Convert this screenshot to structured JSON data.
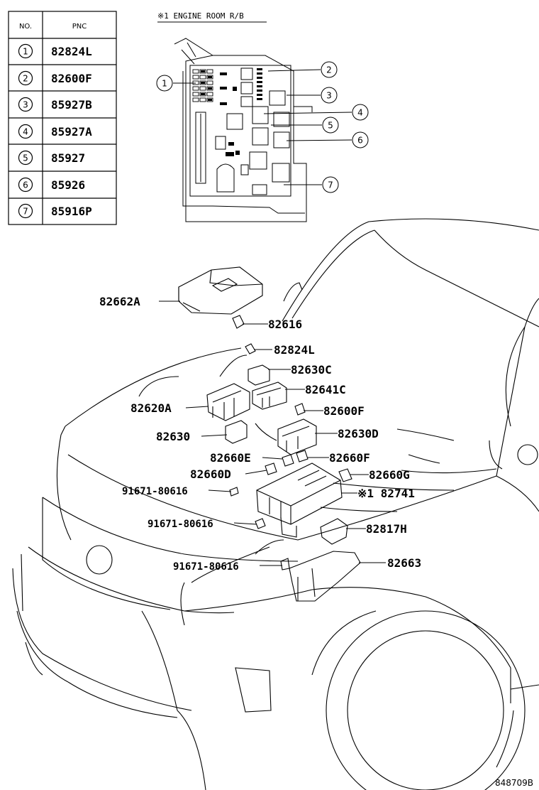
{
  "table": {
    "header_no": "NO.",
    "header_pnc": "PNC",
    "rows": [
      {
        "no": "1",
        "pnc": "82824L"
      },
      {
        "no": "2",
        "pnc": "82600F"
      },
      {
        "no": "3",
        "pnc": "85927B"
      },
      {
        "no": "4",
        "pnc": "85927A"
      },
      {
        "no": "5",
        "pnc": "85927"
      },
      {
        "no": "6",
        "pnc": "85926"
      },
      {
        "no": "7",
        "pnc": "85916P"
      }
    ]
  },
  "inset": {
    "title": "※1 ENGINE ROOM R/B",
    "callouts": [
      "1",
      "2",
      "3",
      "4",
      "5",
      "6",
      "7"
    ]
  },
  "parts": {
    "p82662A": "82662A",
    "p82616": "82616",
    "p82824L": "82824L",
    "p82630C": "82630C",
    "p82641C": "82641C",
    "p82620A": "82620A",
    "p82600F": "82600F",
    "p82630": "82630",
    "p82630D": "82630D",
    "p82660E": "82660E",
    "p82660F": "82660F",
    "p82660D": "82660D",
    "p82660G": "82660G",
    "p91671a": "91671-80616",
    "p82741": "※1 82741",
    "p91671b": "91671-80616",
    "p82817H": "82817H",
    "p91671c": "91671-80616",
    "p82663": "82663"
  },
  "diagram_code": "848709B"
}
